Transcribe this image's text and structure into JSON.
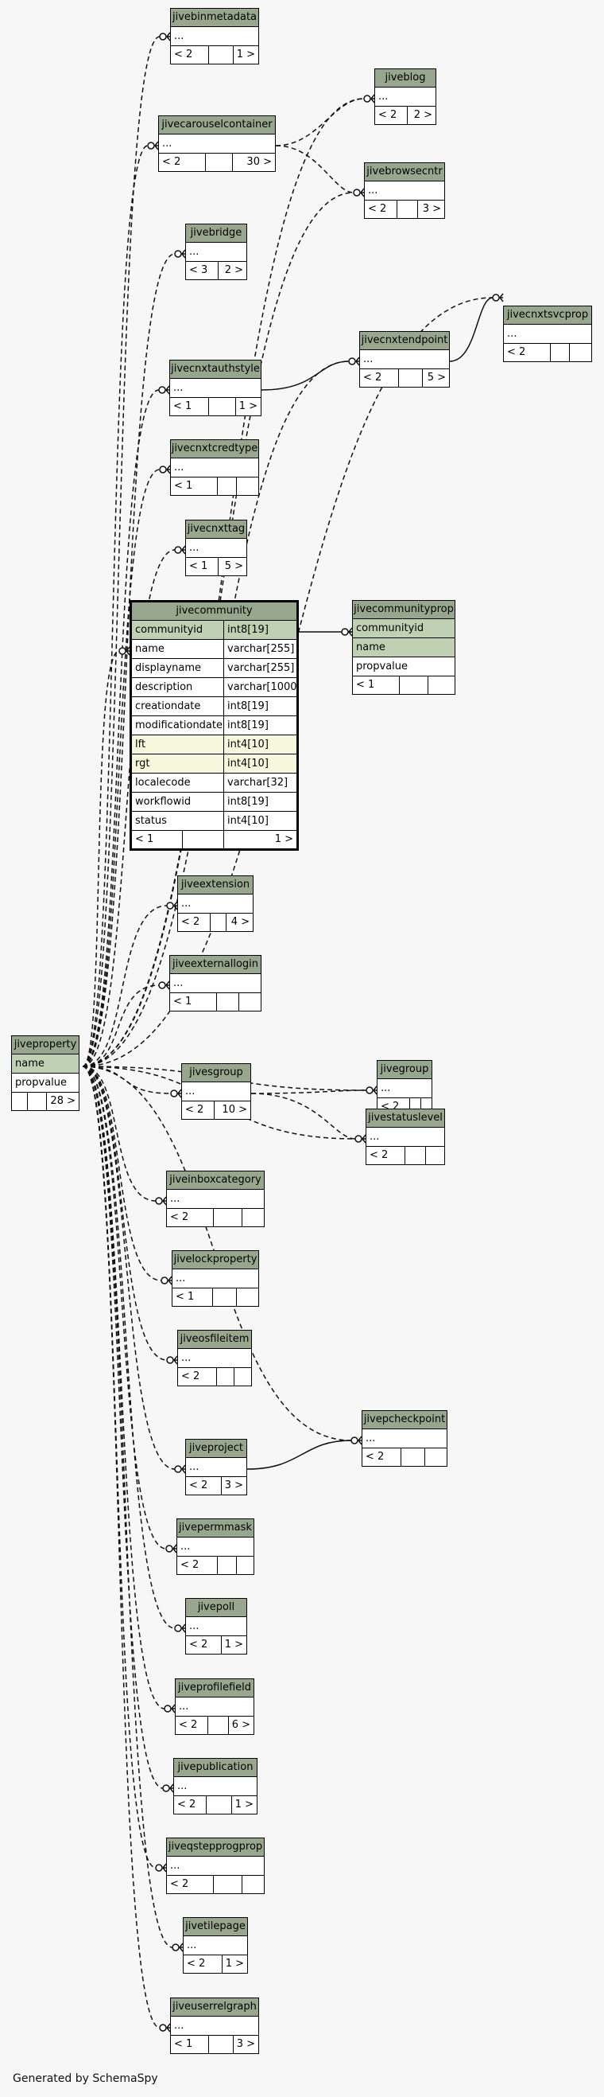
{
  "footer": {
    "generated_by": "Generated by SchemaSpy"
  },
  "tables": {
    "jivebinmetadata": {
      "name": "jivebinmetadata",
      "cols": "...",
      "children": "< 2",
      "parents": "1 >"
    },
    "jiveblog": {
      "name": "jiveblog",
      "cols": "...",
      "children": "< 2",
      "parents": "2 >"
    },
    "jivecarouselcontainer": {
      "name": "jivecarouselcontainer",
      "cols": "...",
      "children": "< 2",
      "parents": "30 >"
    },
    "jivebrowsecntr": {
      "name": "jivebrowsecntr",
      "cols": "...",
      "children": "< 2",
      "parents": "3 >"
    },
    "jivebridge": {
      "name": "jivebridge",
      "cols": "...",
      "children": "< 3",
      "parents": "2 >"
    },
    "jivecnxtsvcprop": {
      "name": "jivecnxtsvcprop",
      "cols": "...",
      "children": "< 2",
      "parents": ""
    },
    "jivecnxtendpoint": {
      "name": "jivecnxtendpoint",
      "cols": "...",
      "children": "< 2",
      "parents": "5 >"
    },
    "jivecnxtauthstyle": {
      "name": "jivecnxtauthstyle",
      "cols": "...",
      "children": "< 1",
      "parents": "1 >"
    },
    "jivecnxtcredtype": {
      "name": "jivecnxtcredtype",
      "cols": "...",
      "children": "< 1",
      "parents": ""
    },
    "jivecnxttag": {
      "name": "jivecnxttag",
      "cols": "...",
      "children": "< 1",
      "parents": "5 >"
    },
    "jiveextension": {
      "name": "jiveextension",
      "cols": "...",
      "children": "< 2",
      "parents": "4 >"
    },
    "jiveexternallogin": {
      "name": "jiveexternallogin",
      "cols": "...",
      "children": "< 1",
      "parents": ""
    },
    "jivegroup": {
      "name": "jivegroup",
      "cols": "...",
      "children": "< 2",
      "parents": ""
    },
    "jivesgroup": {
      "name": "jivesgroup",
      "cols": "...",
      "children": "< 2",
      "parents": "10 >"
    },
    "jivestatuslevel": {
      "name": "jivestatuslevel",
      "cols": "...",
      "children": "< 2",
      "parents": ""
    },
    "jiveinboxcategory": {
      "name": "jiveinboxcategory",
      "cols": "...",
      "children": "< 2",
      "parents": ""
    },
    "jivelockproperty": {
      "name": "jivelockproperty",
      "cols": "...",
      "children": "< 1",
      "parents": ""
    },
    "jiveosfileitem": {
      "name": "jiveosfileitem",
      "cols": "...",
      "children": "< 2",
      "parents": ""
    },
    "jivepcheckpoint": {
      "name": "jivepcheckpoint",
      "cols": "...",
      "children": "< 2",
      "parents": ""
    },
    "jiveproject": {
      "name": "jiveproject",
      "cols": "...",
      "children": "< 2",
      "parents": "3 >"
    },
    "jivepermmask": {
      "name": "jivepermmask",
      "cols": "...",
      "children": "< 2",
      "parents": ""
    },
    "jivepoll": {
      "name": "jivepoll",
      "cols": "...",
      "children": "< 2",
      "parents": "1 >"
    },
    "jiveprofilefield": {
      "name": "jiveprofilefield",
      "cols": "...",
      "children": "< 2",
      "parents": "6 >"
    },
    "jivepublication": {
      "name": "jivepublication",
      "cols": "...",
      "children": "< 2",
      "parents": "1 >"
    },
    "jiveqstepprogprop": {
      "name": "jiveqstepprogprop",
      "cols": "...",
      "children": "< 2",
      "parents": ""
    },
    "jivetilepage": {
      "name": "jivetilepage",
      "cols": "...",
      "children": "< 2",
      "parents": "1 >"
    },
    "jiveuserrelgraph": {
      "name": "jiveuserrelgraph",
      "cols": "...",
      "children": "< 1",
      "parents": "3 >"
    }
  },
  "jivecommunity": {
    "name": "jivecommunity",
    "columns": [
      {
        "name": "communityid",
        "type": "int8[19]"
      },
      {
        "name": "name",
        "type": "varchar[255]"
      },
      {
        "name": "displayname",
        "type": "varchar[255]"
      },
      {
        "name": "description",
        "type": "varchar[1000]"
      },
      {
        "name": "creationdate",
        "type": "int8[19]"
      },
      {
        "name": "modificationdate",
        "type": "int8[19]"
      },
      {
        "name": "lft",
        "type": "int4[10]"
      },
      {
        "name": "rgt",
        "type": "int4[10]"
      },
      {
        "name": "localecode",
        "type": "varchar[32]"
      },
      {
        "name": "workflowid",
        "type": "int8[19]"
      },
      {
        "name": "status",
        "type": "int4[10]"
      }
    ],
    "children": "< 1",
    "parents": "1 >"
  },
  "jivecommunityprop": {
    "name": "jivecommunityprop",
    "columns": [
      "communityid",
      "name",
      "propvalue"
    ],
    "children": "< 1"
  },
  "jiveproperty": {
    "name": "jiveproperty",
    "columns": [
      "name",
      "propvalue"
    ],
    "parents": "28 >"
  },
  "colors": {
    "header": "#98a68e",
    "key": "#bfd0b3",
    "index": "#f6f7dc",
    "background": "#f7f7f7"
  }
}
